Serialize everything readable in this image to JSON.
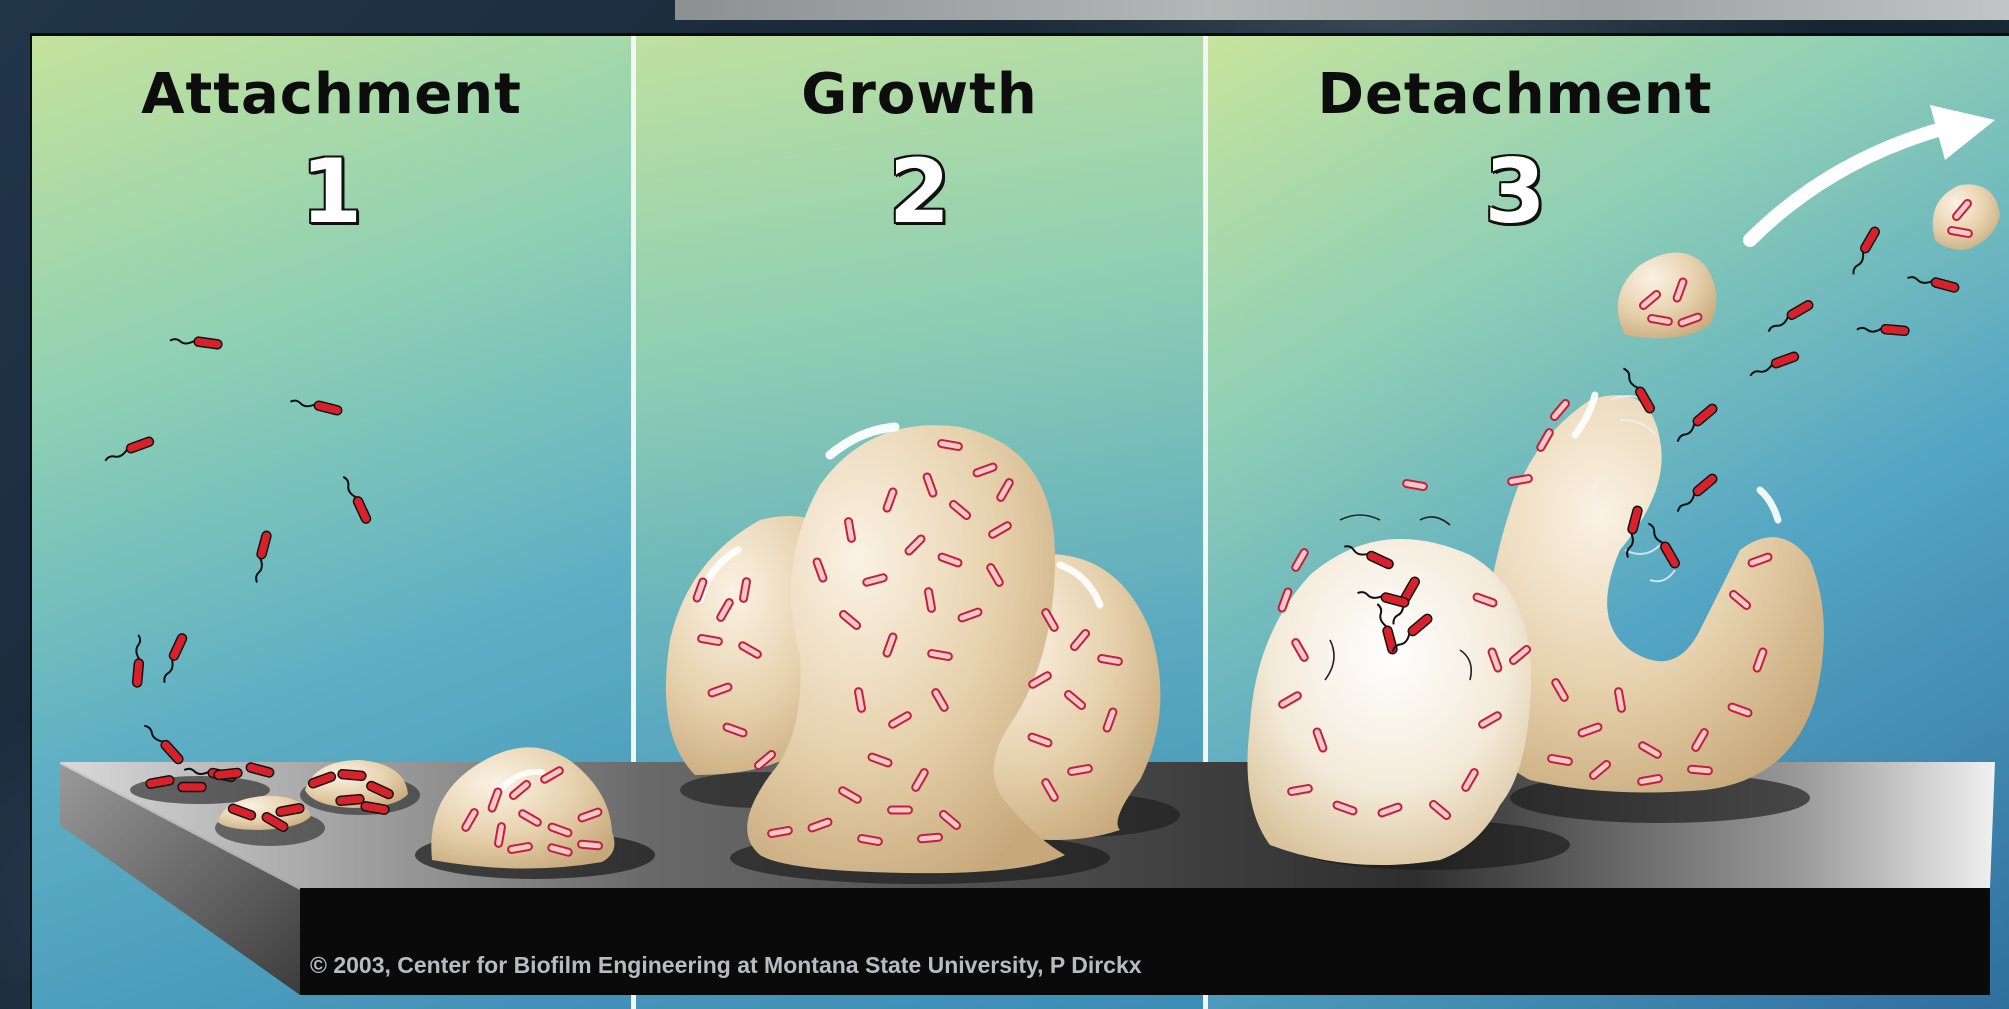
{
  "stages": [
    {
      "title": "Attachment",
      "number": "1"
    },
    {
      "title": "Growth",
      "number": "2"
    },
    {
      "title": "Detachment",
      "number": "3"
    }
  ],
  "copyright": "© 2003, Center for Biofilm Engineering at Montana State University, P Dirckx",
  "colors": {
    "bacteria": "#d8212a",
    "biofilm": "#e7d2b0",
    "substratum": "#3c3c3c",
    "panel_top": "#c4e29c",
    "panel_bottom": "#3f8fb8"
  }
}
